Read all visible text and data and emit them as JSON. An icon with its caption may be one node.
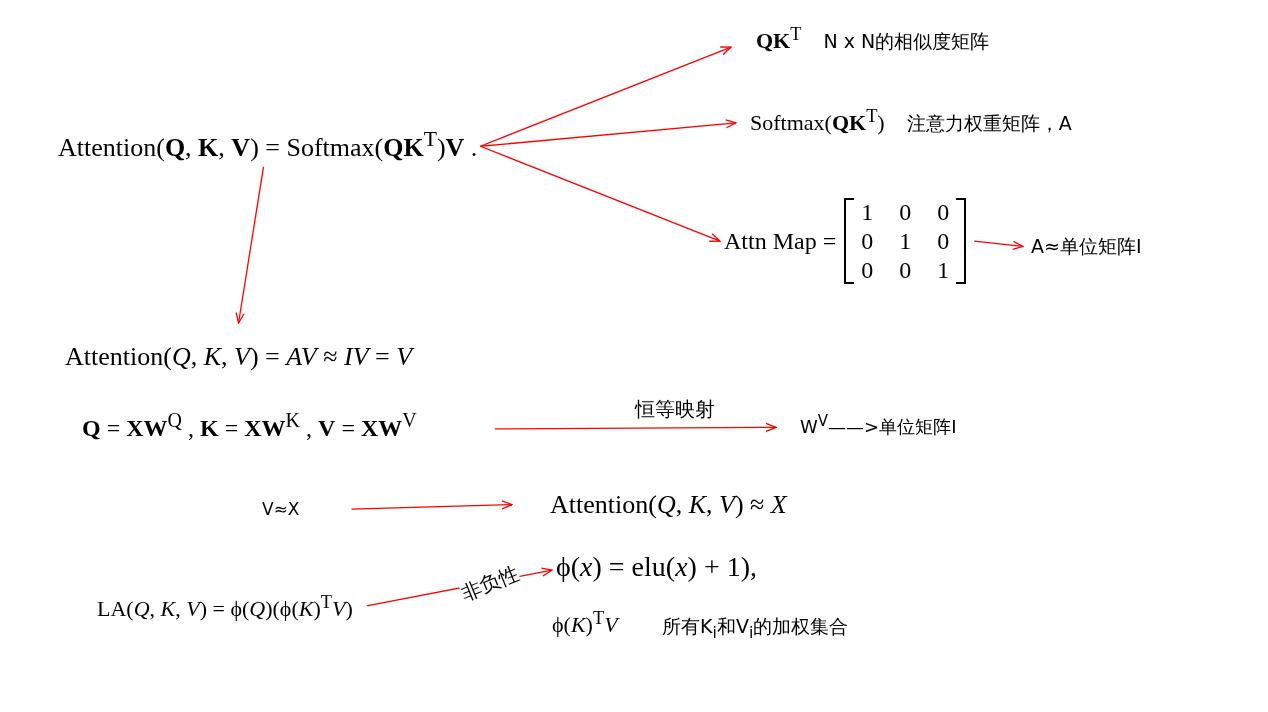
{
  "diagram": {
    "nodes": [
      {
        "text": [
          "Attention(**Q**, **K**, **V**) = Softmax(**QK**$^{T}$)**V** ."
        ]
      },
      {
        "text": [
          "**QK**$^{T}$",
          "N x N的相似度矩阵"
        ]
      },
      {
        "text": [
          "Softmax(**QK**$^{T}$)",
          "注意力权重矩阵，A"
        ]
      },
      {
        "text": [
          "Attn Map =",
          "1",
          "0",
          "0",
          "0",
          "1",
          "0",
          "0",
          "0",
          "1"
        ]
      },
      {
        "text": [
          "A≈单位矩阵I"
        ]
      },
      {
        "text": [
          "Attention(*Q*, *K*, *V*) = *AV* ≈ *IV* = *V*"
        ]
      },
      {
        "text": [
          "**Q** = **XW**$^{Q}$ , **K** = **XW**$^{K}$ , **V** = **XW**$^{V}$"
        ]
      },
      {
        "text": [
          "W$^{V}$——>单位矩阵I"
        ]
      },
      {
        "text": [
          "V≈X"
        ]
      },
      {
        "text": [
          "Attention(*Q*, *K*, *V*) ≈ *X*"
        ]
      },
      {
        "text": [
          "LA(*Q*, *K*, *V*) = ϕ(*Q*)(ϕ(*K*)$^{T}$*V*)"
        ]
      },
      {
        "text": [
          "ϕ(*x*)  =  elu(*x*) + 1),"
        ]
      }
    ],
    "edges": [
      {
        "from": 0,
        "to": 1,
        "arrow": "to"
      },
      {
        "from": 0,
        "to": 2,
        "arrow": "to"
      },
      {
        "from": 0,
        "to": 3,
        "arrow": "to"
      },
      {
        "from": 3,
        "to": 4,
        "arrow": "to"
      },
      {
        "from": 0,
        "to": 5,
        "arrow": "to"
      },
      {
        "from": 6,
        "to": 7,
        "arrow": "to",
        "label": "恒等映射"
      },
      {
        "from": 8,
        "to": 9,
        "arrow": "to"
      },
      {
        "from": 10,
        "to": 11,
        "arrow": "to",
        "label": "非负性"
      }
    ],
    "labels": [
      "ϕ(*K*)$^{T}$*V*",
      "所有K$_{i}$和V$_{i}$的加权集合"
    ]
  }
}
